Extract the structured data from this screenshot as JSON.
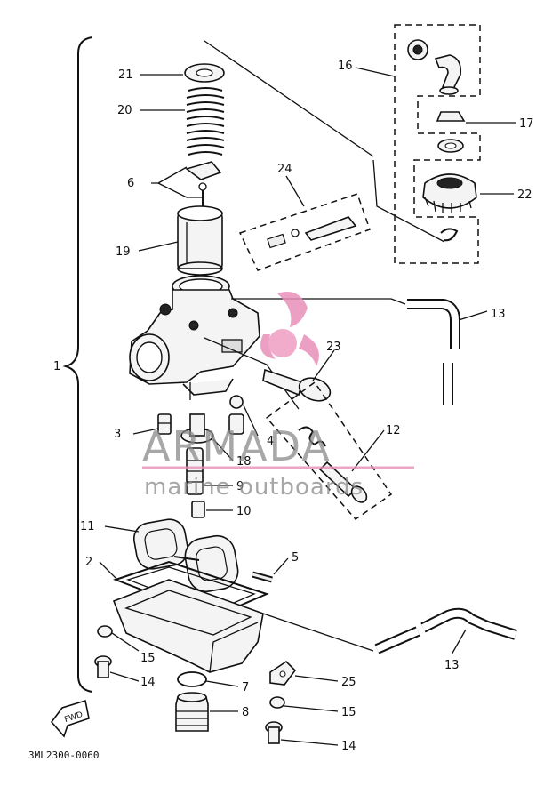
{
  "diagram": {
    "group_label": "1",
    "callouts": {
      "c1": "1",
      "c2": "2",
      "c3": "3",
      "c4": "4",
      "c5": "5",
      "c6": "6",
      "c7": "7",
      "c8": "8",
      "c9": "9",
      "c10": "10",
      "c11": "11",
      "c12": "12",
      "c13a": "13",
      "c13b": "13",
      "c14a": "14",
      "c14b": "14",
      "c15a": "15",
      "c15b": "15",
      "c16": "16",
      "c17": "17",
      "c18": "18",
      "c19": "19",
      "c20": "20",
      "c21": "21",
      "c22": "22",
      "c23": "23",
      "c24": "24",
      "c25": "25"
    },
    "fwd_label": "FWD",
    "drawing_code": "3ML2300-0060"
  },
  "watermark": {
    "brand": "ARMADA",
    "tagline": "marine outboards",
    "color_primary": "#e88fb8",
    "color_text": "#8a8a8a"
  }
}
